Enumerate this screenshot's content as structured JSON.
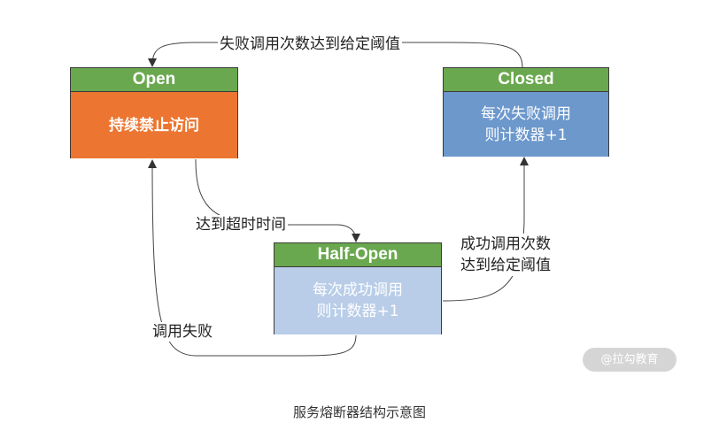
{
  "states": {
    "open": {
      "title": "Open",
      "lines": [
        "持续禁止访问"
      ]
    },
    "closed": {
      "title": "Closed",
      "lines": [
        "每次失败调用",
        "则计数器+1"
      ]
    },
    "half_open": {
      "title": "Half-Open",
      "lines": [
        "每次成功调用",
        "则计数器+1"
      ]
    }
  },
  "transitions": {
    "closed_to_open": "失败调用次数达到给定阈值",
    "open_to_half_open": "达到超时时间",
    "half_open_to_open": "调用失败",
    "half_open_to_closed": [
      "成功调用次数",
      "达到给定阈值"
    ]
  },
  "watermark": "@拉勾教育",
  "caption": "服务熔断器结构示意图",
  "colors": {
    "header": "#6aa84f",
    "open_body": "#ec7631",
    "closed_body": "#6c98cc",
    "half_open_body": "#b9cde8"
  }
}
